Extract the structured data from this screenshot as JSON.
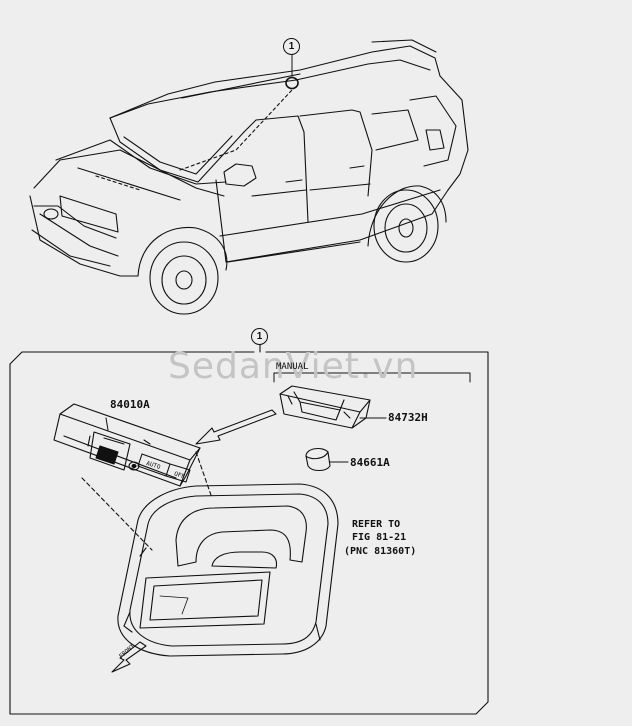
{
  "callouts": {
    "top": "1",
    "box": "1"
  },
  "parts": {
    "overhead_console": "84010A",
    "lamp_housing": "84732H",
    "knob": "84661A"
  },
  "manual_label": "MANUAL",
  "refer": {
    "line1": "REFER TO",
    "line2": "FIG 81-21",
    "line3": "(PNC 81360T)"
  },
  "switch_labels": {
    "auto": "AUTO",
    "off": "OFF"
  },
  "front_label": "FRONT",
  "watermark": "SedanViet.vn",
  "colors": {
    "background": "#eeeeee",
    "ink": "#111111",
    "watermark": "#c4c4c4"
  }
}
